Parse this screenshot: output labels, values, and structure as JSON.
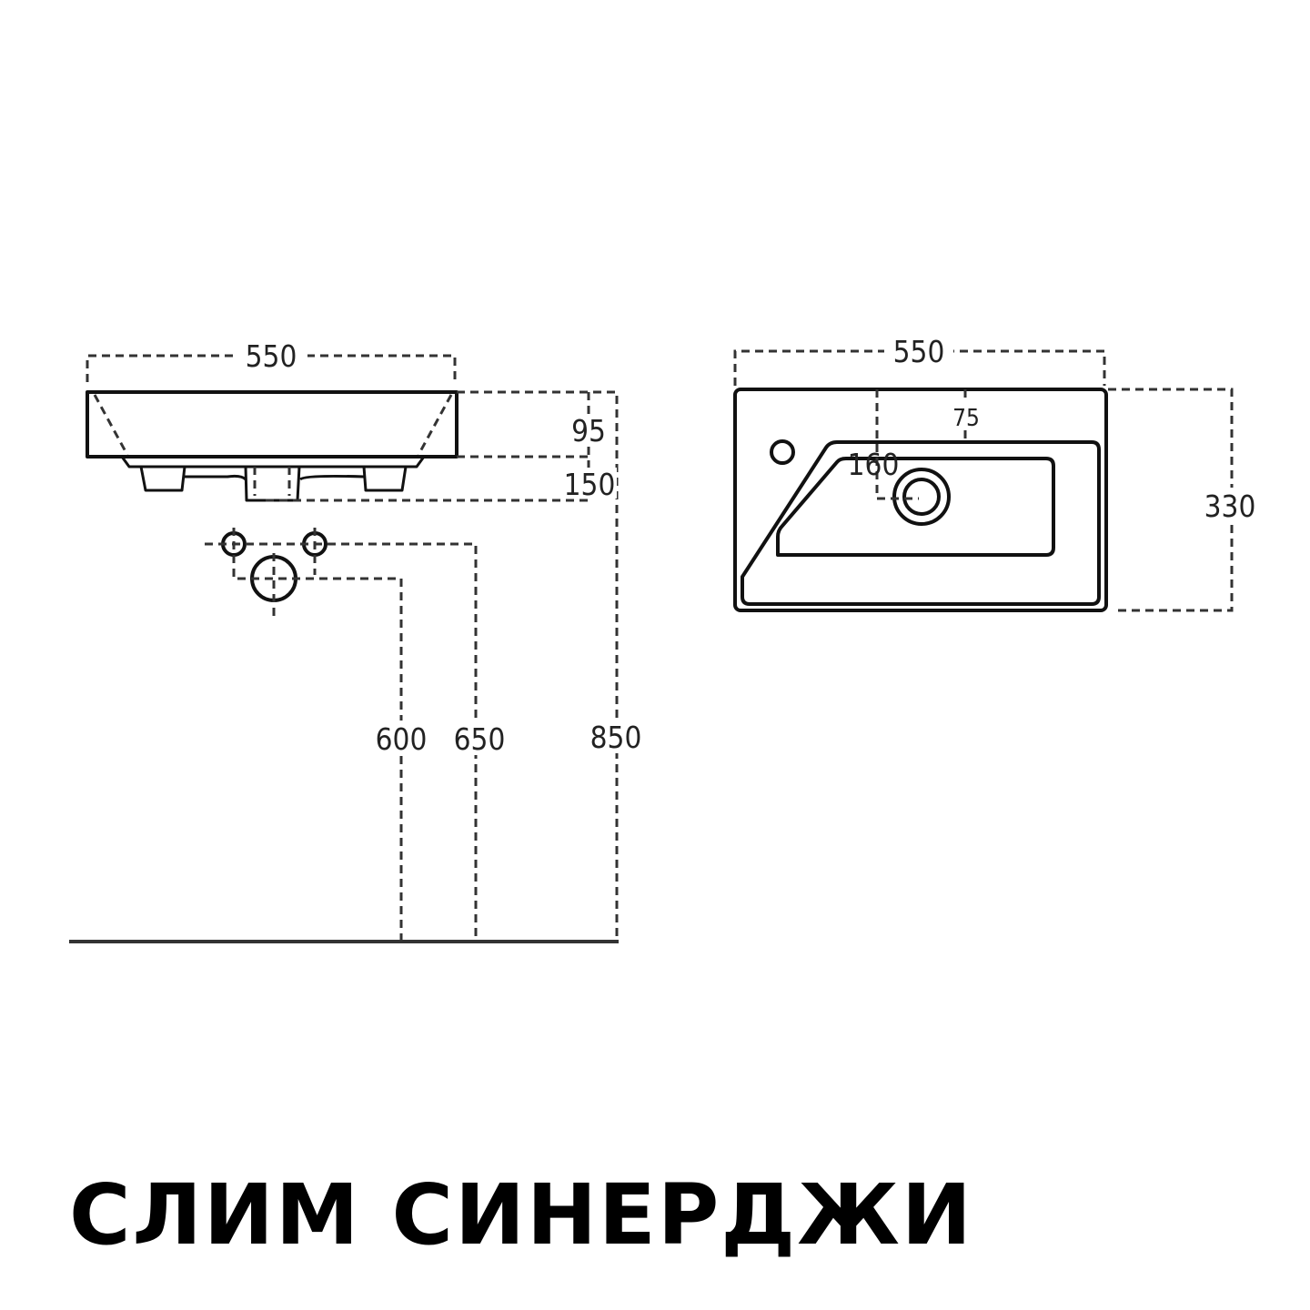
{
  "title": "СЛИМ СИНЕРДЖИ",
  "side_view": {
    "width_label": "550",
    "bowl_depth_label": "95",
    "total_depth_label": "150",
    "drain_height_label": "600",
    "supply_height_label": "650",
    "top_height_label": "850"
  },
  "top_view": {
    "width_label": "550",
    "depth_label": "330",
    "edge_offset_label": "75",
    "drain_offset_label": "160"
  }
}
